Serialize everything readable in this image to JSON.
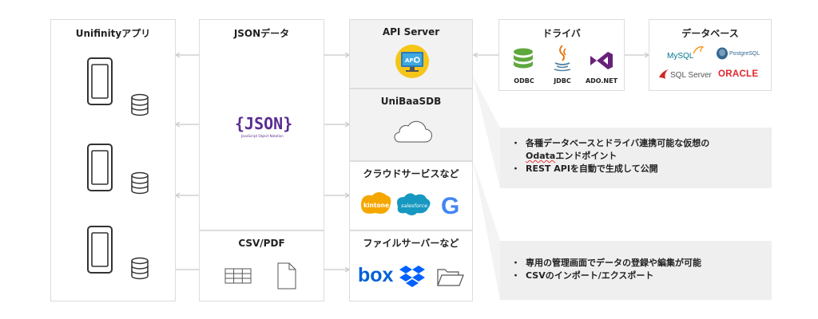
{
  "columns": {
    "app": {
      "title": "Unifinityアプリ"
    },
    "json": {
      "title": "JSONデータ",
      "logo_text": "{JSON}",
      "logo_subtitle": "JavaScript Object Notation"
    },
    "csv": {
      "title": "CSV/PDF"
    },
    "api": {
      "title": "API Server"
    },
    "unibaa": {
      "title": "UniBaaSDB"
    },
    "cloud_services": {
      "title": "クラウドサービスなど",
      "logos": [
        "kintone",
        "salesforce",
        "G"
      ]
    },
    "file_servers": {
      "title": "ファイルサーバーなど",
      "logos": [
        "box"
      ]
    },
    "drivers": {
      "title": "ドライバ",
      "items": [
        "ODBC",
        "JDBC",
        "ADO.NET"
      ]
    },
    "databases": {
      "title": "データベース",
      "items": [
        "MySQL",
        "PostgreSQL",
        "SQL Server",
        "ORACLE"
      ]
    }
  },
  "api_icon_text": "API",
  "callouts": {
    "top": [
      {
        "text_a": "各種データベースとドライバ連携可能な仮想の",
        "text_b": "Odata",
        "text_c": "エンドポイント"
      },
      {
        "text": "REST APIを自動で生成して公開"
      }
    ],
    "bottom": [
      {
        "text": "専用の管理画面でデータの登録や編集が可能"
      },
      {
        "text": "CSVのインポート/エクスポート"
      }
    ]
  },
  "colors": {
    "arrow": "#c8c8c8",
    "panel_border": "#dcdcdc",
    "api_bg": "#f2f2f2",
    "callout_bg": "#efefef",
    "json_purple": "#5a2d91",
    "odbc_green": "#5fa83d",
    "adonet_purple": "#68217a",
    "oracle_red": "#e3242b",
    "salesforce_blue": "#1798c1",
    "kintone_yellow": "#f5a700",
    "box_blue": "#0061d5",
    "dropbox_blue": "#0061fe"
  }
}
